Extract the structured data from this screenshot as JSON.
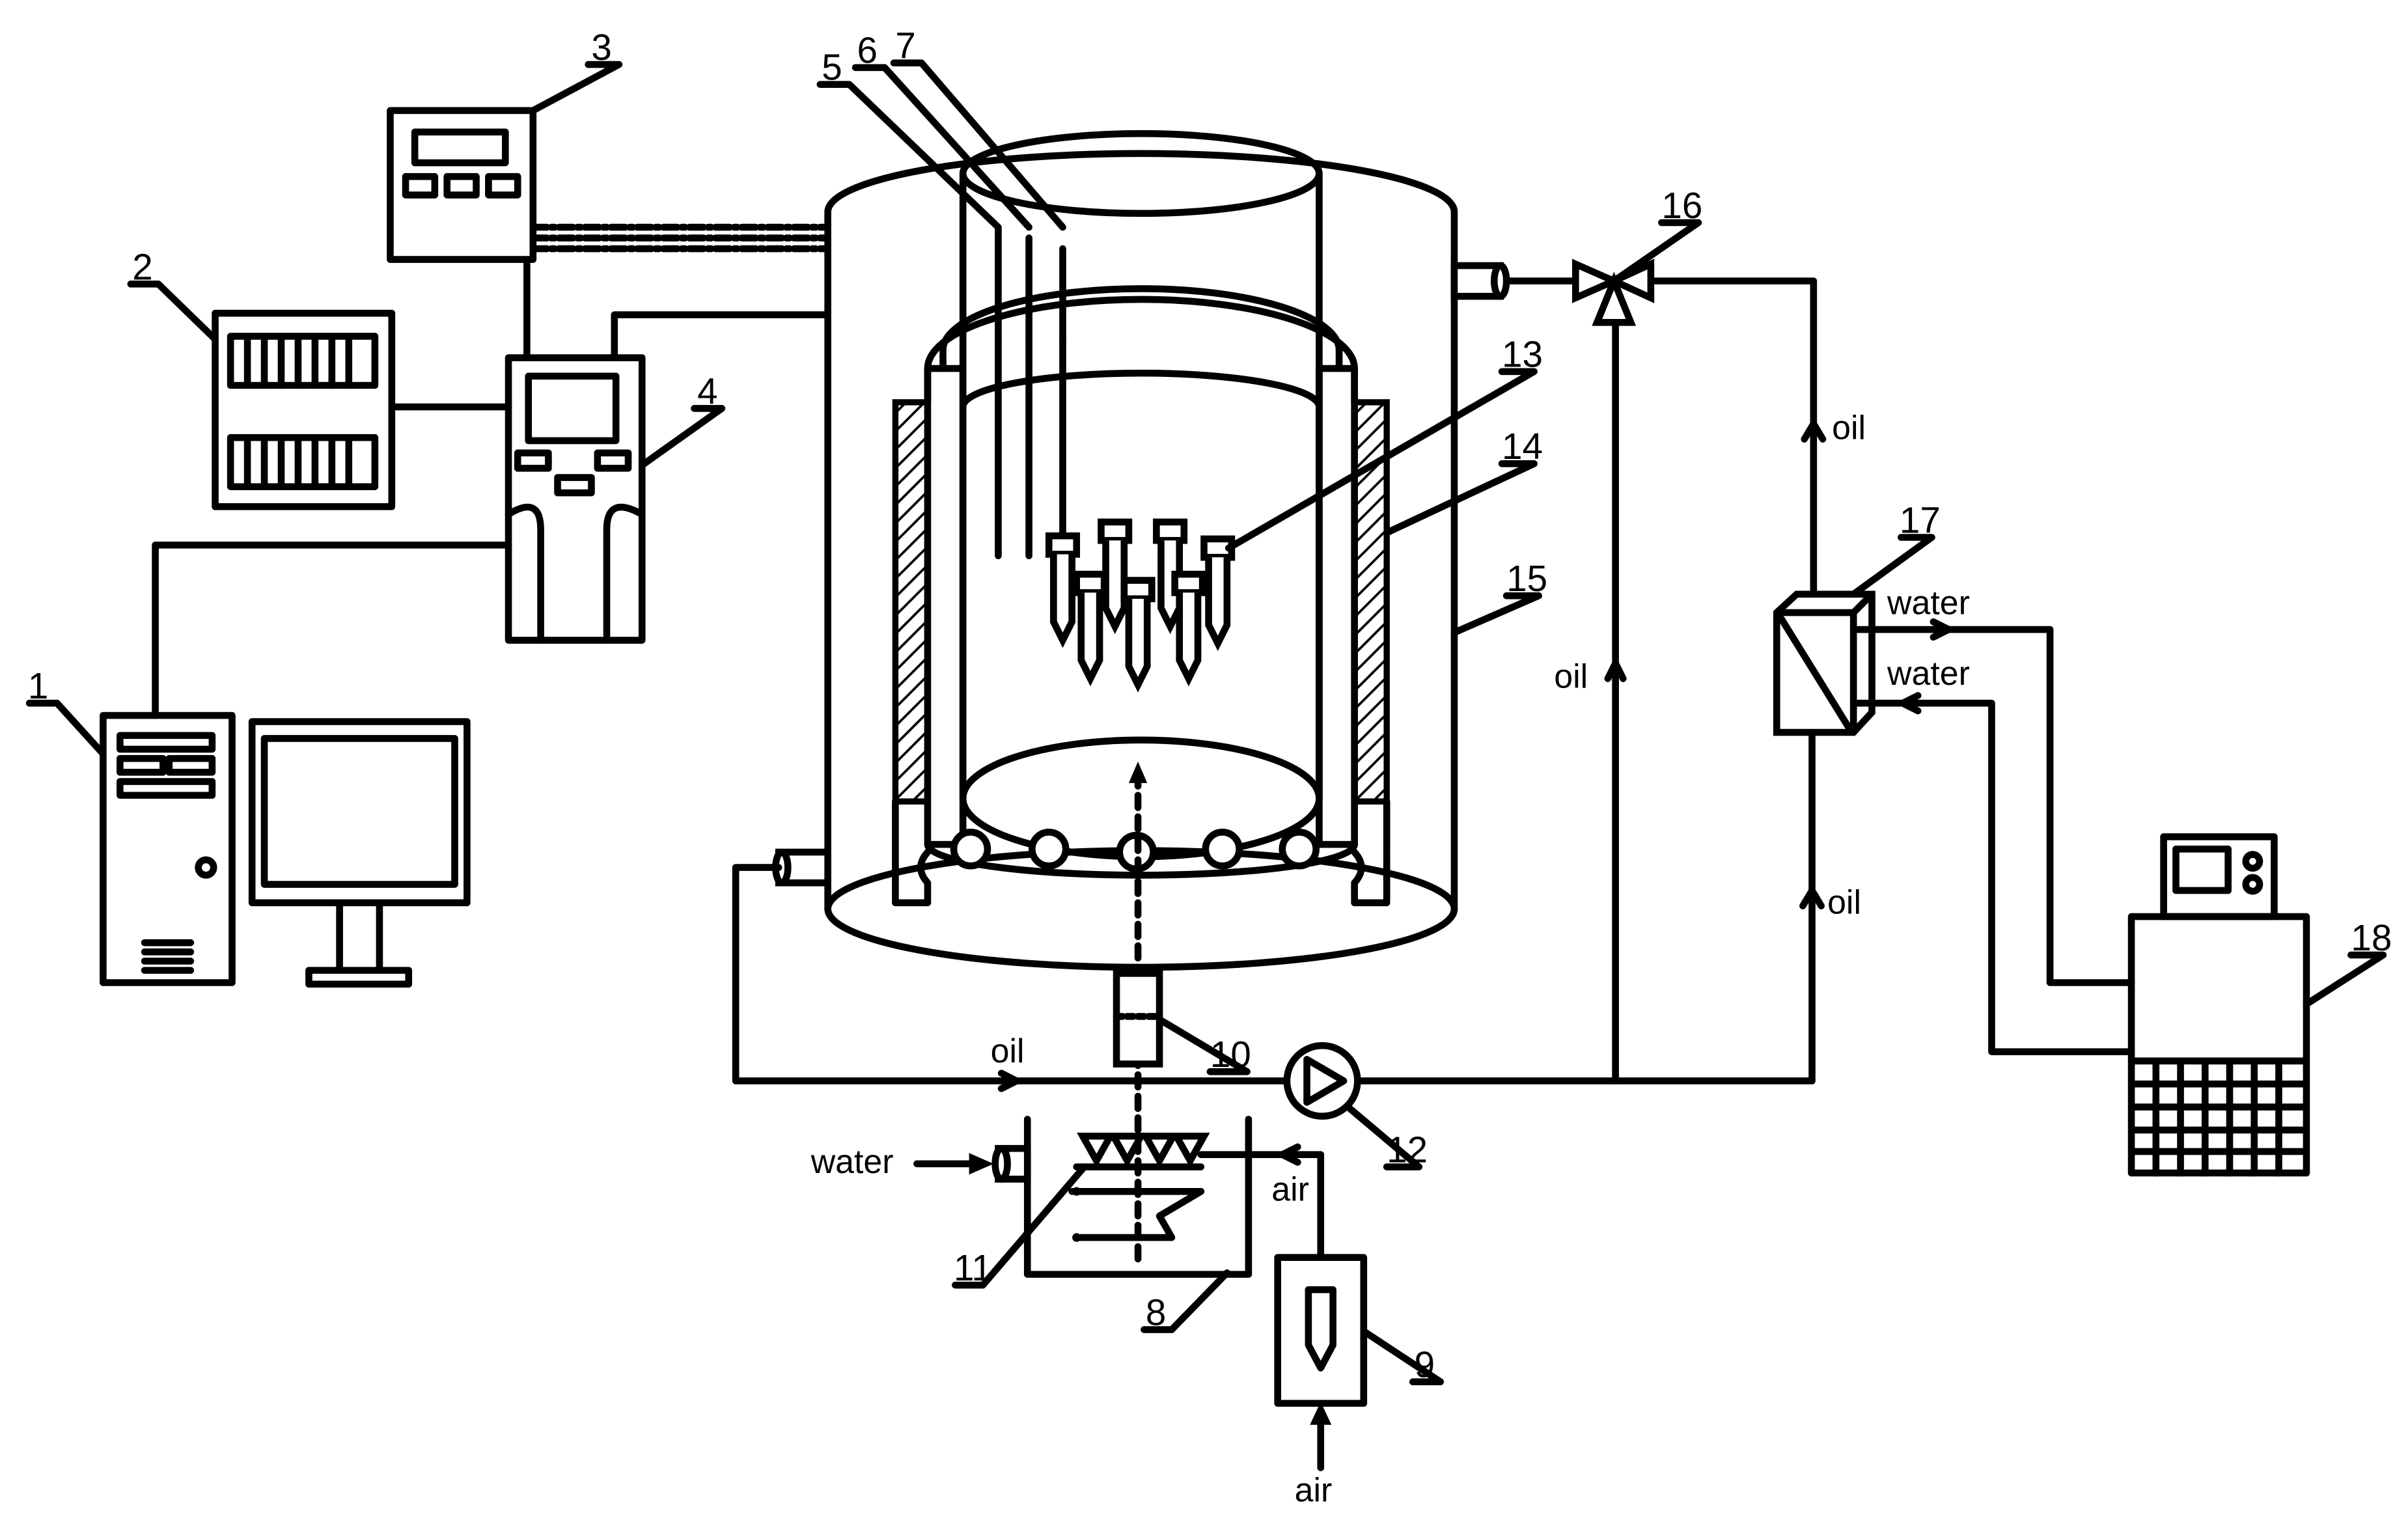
{
  "parts": {
    "p1": "1",
    "p2": "2",
    "p3": "3",
    "p4": "4",
    "p5": "5",
    "p6": "6",
    "p7": "7",
    "p8": "8",
    "p9": "9",
    "p10": "10",
    "p11": "11",
    "p12": "12",
    "p13": "13",
    "p14": "14",
    "p15": "15",
    "p16": "16",
    "p17": "17",
    "p18": "18"
  },
  "flow": {
    "oil": "oil",
    "water": "water",
    "air": "air"
  }
}
